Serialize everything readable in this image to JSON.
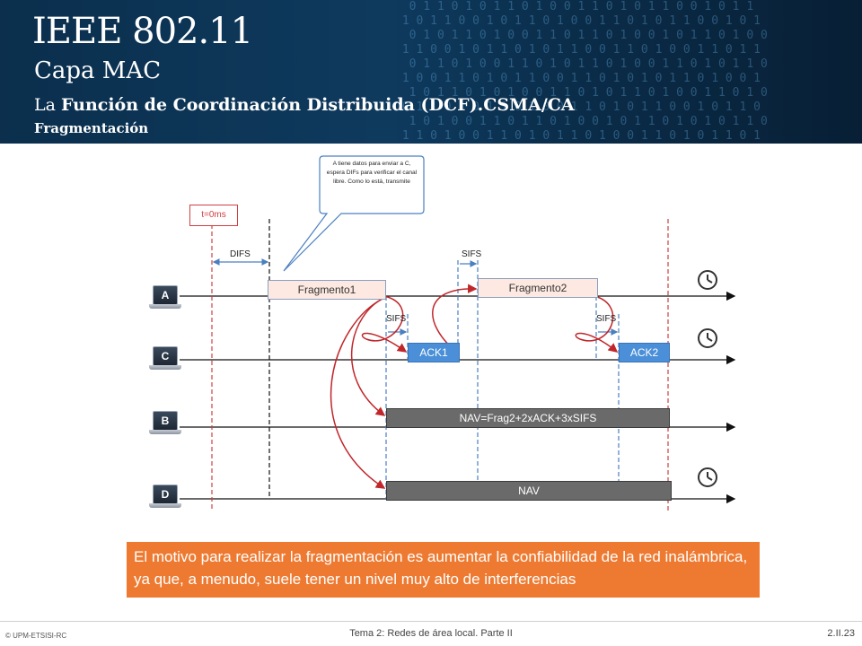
{
  "header": {
    "title": "IEEE 802.11",
    "subtitle": "Capa MAC",
    "section_prefix": "La ",
    "section_bold": "Función de Coordinación Distribuida (DCF).CSMA/CA",
    "topic": "Fragmentación"
  },
  "diagram": {
    "callout": "A tiene datos para enviar a C, espera DIFs para verificar el canal libre. Como lo está, transmite",
    "t0_label": "t=0ms",
    "difs_label": "DIFS",
    "sifs_label": "SIFS",
    "stations": [
      "A",
      "C",
      "B",
      "D"
    ],
    "frames": {
      "fragmento1": "Fragmento1",
      "fragmento2": "Fragmento2",
      "ack1": "ACK1",
      "ack2": "ACK2",
      "nav_b": "NAV=Frag2+2xACK+3xSIFS",
      "nav_d": "NAV"
    },
    "colors": {
      "fragment_fill": "#fde9e1",
      "ack_fill": "#4a8fd8",
      "nav_fill": "#6a6a6a",
      "guide_red": "#d04040",
      "guide_blue": "#4a7fc0",
      "arrow_red": "#c0262a",
      "note_fill": "#ee7a31"
    },
    "icons": [
      "clock-icon",
      "computer-icon"
    ]
  },
  "note": "El motivo para realizar la fragmentación es aumentar la confiabilidad de la red inalámbrica, ya que, a menudo,  suele tener un nivel muy alto de interferencias",
  "footer": {
    "left": "© UPM-ETSISI-RC",
    "center": "Tema 2: Redes de área local. Parte II",
    "right": "2.II.23"
  }
}
